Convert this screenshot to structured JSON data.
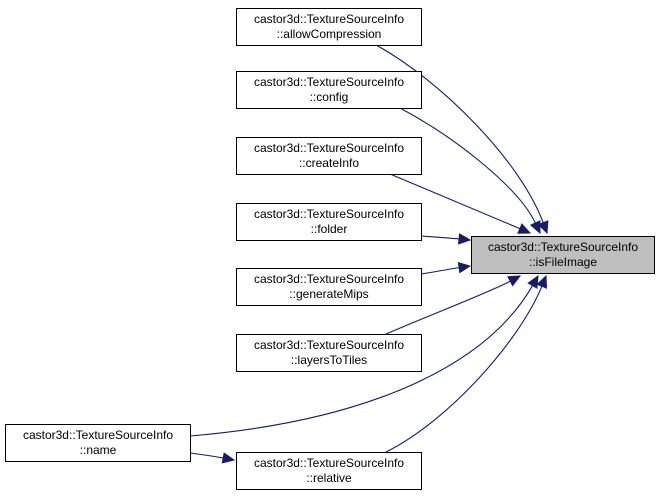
{
  "diagram": {
    "type": "call-graph",
    "colors": {
      "edge": "#191970",
      "focus_fill": "#bfbfbf",
      "node_fill": "#ffffff",
      "border": "#000000"
    },
    "nodes": [
      {
        "id": "allowCompression",
        "line1": "castor3d::TextureSourceInfo",
        "line2": "::allowCompression"
      },
      {
        "id": "config",
        "line1": "castor3d::TextureSourceInfo",
        "line2": "::config"
      },
      {
        "id": "createInfo",
        "line1": "castor3d::TextureSourceInfo",
        "line2": "::createInfo"
      },
      {
        "id": "folder",
        "line1": "castor3d::TextureSourceInfo",
        "line2": "::folder"
      },
      {
        "id": "generateMips",
        "line1": "castor3d::TextureSourceInfo",
        "line2": "::generateMips"
      },
      {
        "id": "layersToTiles",
        "line1": "castor3d::TextureSourceInfo",
        "line2": "::layersToTiles"
      },
      {
        "id": "name",
        "line1": "castor3d::TextureSourceInfo",
        "line2": "::name"
      },
      {
        "id": "relative",
        "line1": "castor3d::TextureSourceInfo",
        "line2": "::relative"
      },
      {
        "id": "isFileImage",
        "line1": "castor3d::TextureSourceInfo",
        "line2": "::isFileImage",
        "focus": true
      }
    ],
    "edges": [
      {
        "from": "allowCompression",
        "to": "isFileImage"
      },
      {
        "from": "config",
        "to": "isFileImage"
      },
      {
        "from": "createInfo",
        "to": "isFileImage"
      },
      {
        "from": "folder",
        "to": "isFileImage"
      },
      {
        "from": "generateMips",
        "to": "isFileImage"
      },
      {
        "from": "layersToTiles",
        "to": "isFileImage"
      },
      {
        "from": "name",
        "to": "isFileImage"
      },
      {
        "from": "name",
        "to": "relative"
      },
      {
        "from": "relative",
        "to": "isFileImage"
      }
    ]
  }
}
